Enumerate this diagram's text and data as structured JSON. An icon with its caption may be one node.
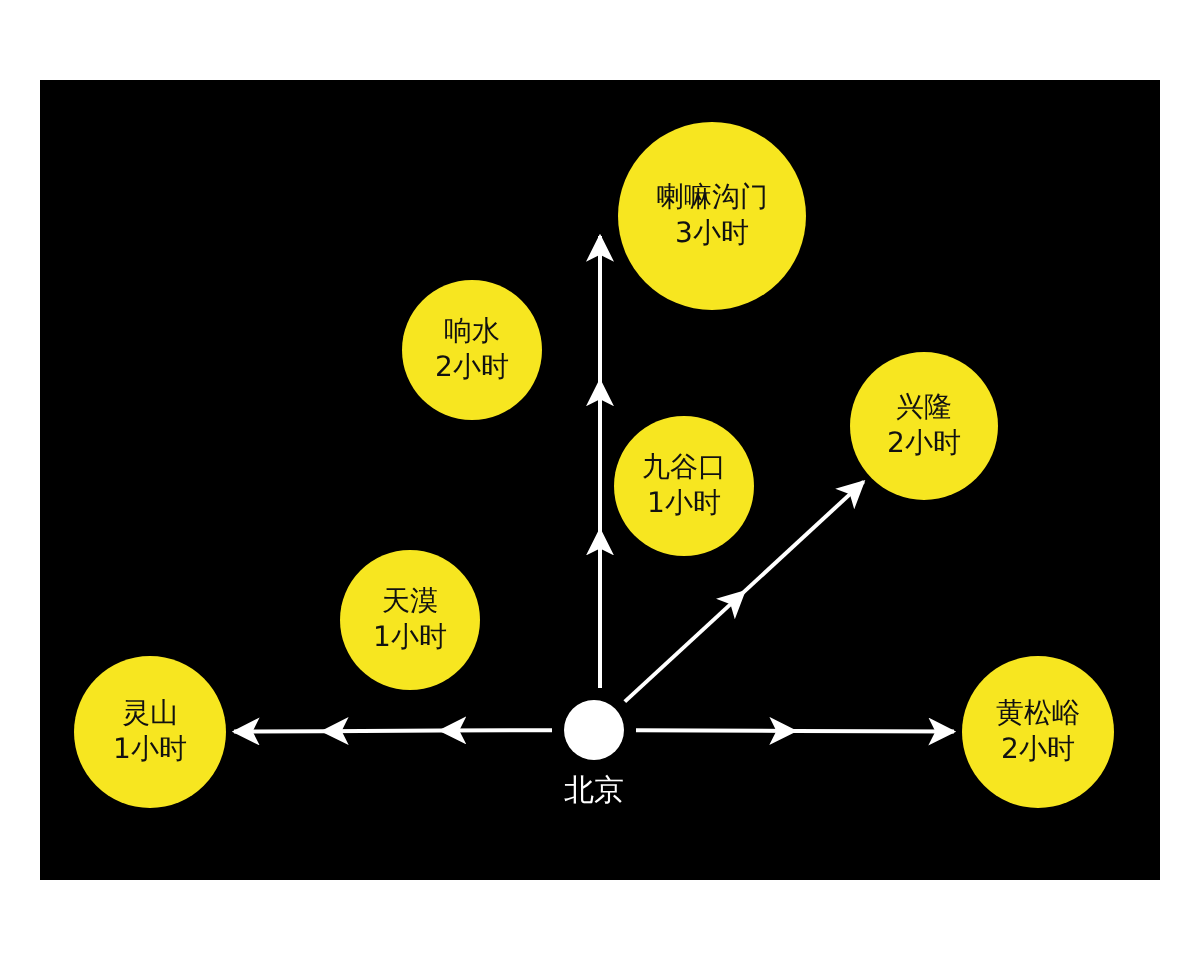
{
  "diagram": {
    "nodes": [
      {
        "text": [
          "灵山",
          "1小时"
        ]
      },
      {
        "text": [
          "天漠",
          "1小时"
        ]
      },
      {
        "text": [
          "响水",
          "2小时"
        ]
      },
      {
        "text": [
          "喇嘛沟门",
          "3小时"
        ]
      },
      {
        "text": [
          "九谷口",
          "1小时"
        ]
      },
      {
        "text": [
          "兴隆",
          "2小时"
        ]
      },
      {
        "text": [
          "黄松峪",
          "2小时"
        ]
      },
      {
        "text": [],
        "shape": "circle",
        "beside": [
          "北京"
        ]
      }
    ],
    "edges": [
      {
        "from": 7,
        "to": 0,
        "arrow": "to"
      },
      {
        "from": 7,
        "to": 3,
        "arrow": "to"
      },
      {
        "from": 7,
        "to": 5,
        "arrow": "to"
      },
      {
        "from": 7,
        "to": 6,
        "arrow": "to"
      }
    ]
  }
}
